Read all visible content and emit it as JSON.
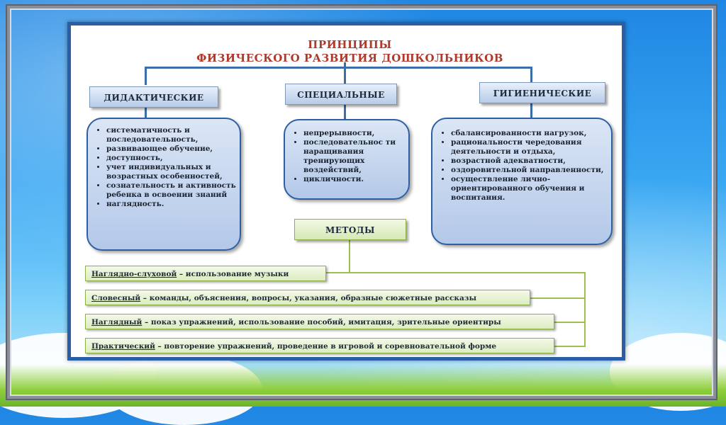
{
  "title": {
    "line1": "ПРИНЦИПЫ",
    "line2": "ФИЗИЧЕСКОГО РАЗВИТИЯ ДОШКОЛЬНИКОВ"
  },
  "categories": [
    {
      "label": "ДИДАКТИЧЕСКИЕ",
      "items": [
        "систематичность и последовательность,",
        "развивающее обучение,",
        "доступность,",
        "учет индивидуальных и возрастных особенностей,",
        "сознательность и активность ребенка в освоении знаний",
        "наглядность."
      ]
    },
    {
      "label": "СПЕЦИАЛЬНЫЕ",
      "items": [
        "непрерывности,",
        "последовательнос ти наращивания тренирующих воздействий,",
        "цикличности."
      ]
    },
    {
      "label": "ГИГИЕНИЧЕСКИЕ",
      "items": [
        "сбалансированности нагрузок,",
        "рациональности чередования деятельности и отдыха,",
        "возрастной адекватности,",
        "оздоровительной направленности,",
        "осуществление лично-ориентированного обучения и воспитания."
      ]
    }
  ],
  "methods": {
    "label": "МЕТОДЫ",
    "items": [
      {
        "name": "Наглядно-слуховой",
        "text": " – использование музыки"
      },
      {
        "name": "Словесный",
        "text": " – команды, объяснения, вопросы, указания, образные сюжетные рассказы"
      },
      {
        "name": "Наглядный",
        "text": " – показ упражнений, использование пособий, имитация, зрительные ориентиры"
      },
      {
        "name": "Практический",
        "text": " – повторение упражнений, проведение в игровой и соревновательной форме"
      }
    ]
  }
}
